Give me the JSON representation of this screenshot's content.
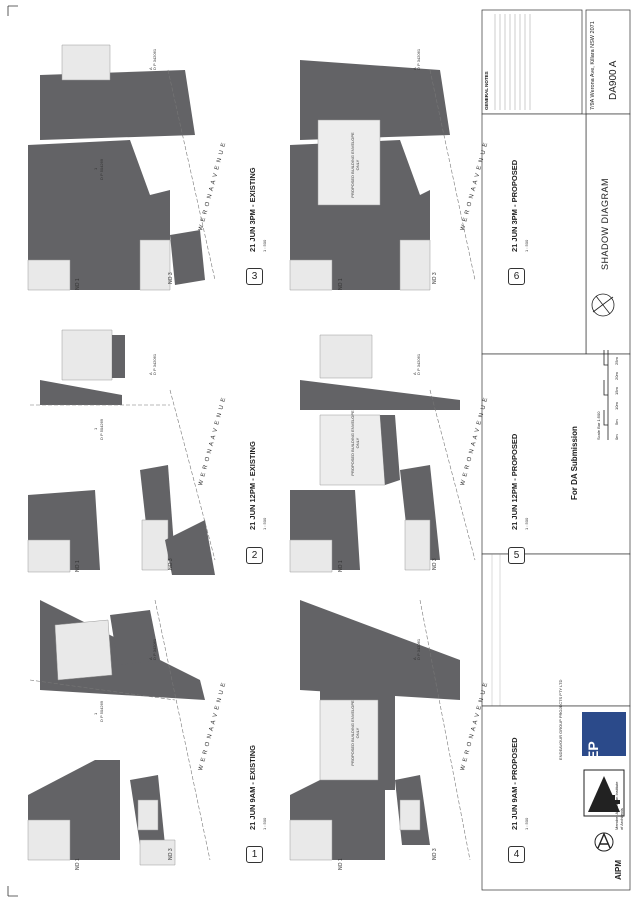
{
  "panels": [
    {
      "number": "1",
      "title": "21 JUN 9AM - EXISTING",
      "scale": "1 : 500"
    },
    {
      "number": "2",
      "title": "21 JUN 12PM - EXISTING",
      "scale": "1 : 500"
    },
    {
      "number": "3",
      "title": "21 JUN 3PM - EXISTING",
      "scale": "1 : 500"
    },
    {
      "number": "4",
      "title": "21 JUN 9AM - PROPOSED",
      "scale": "1 : 500"
    },
    {
      "number": "5",
      "title": "21 JUN 12PM - PROPOSED",
      "scale": "1 : 500"
    },
    {
      "number": "6",
      "title": "21 JUN 3PM - PROPOSED",
      "scale": "1 : 500"
    }
  ],
  "site_labels": {
    "no1": "NO 1",
    "no3": "NO 3",
    "lot": "1",
    "dp": "D P 504269",
    "street": "W E R O N A     A V E N U E",
    "lot_a": "A",
    "dp_a": "D P 342061",
    "envelope": "PROPOSED BUILDING ENVELOPE ONLY"
  },
  "submission": "For DA Submission",
  "title_block": {
    "project": "7/9A Werona Ave, Killara NSW 2071",
    "sheet_title": "SHADOW DIAGRAM",
    "drawing_no": "DA900 A",
    "notes_title": "GENERAL NOTES",
    "company": "ENDEAVOUR GROUP PROJECTS PTY LTD",
    "logo_ep": "EP",
    "logo_aipm": "AIPM",
    "member": "Member Australian Institute of Architects",
    "scale_bar": [
      "0m",
      "5m",
      "10m",
      "15m",
      "20m",
      "25m"
    ],
    "scale_label": "Scale Bar 1:500"
  },
  "colors": {
    "shadow": "#636366",
    "building": "#e9e9e9",
    "line": "#8a8a8a"
  }
}
